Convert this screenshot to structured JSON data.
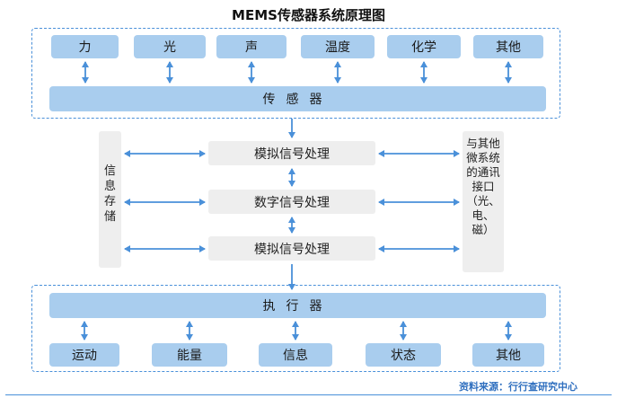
{
  "title": "MEMS传感器系统原理图",
  "inputs": [
    "力",
    "光",
    "声",
    "温度",
    "化学",
    "其他"
  ],
  "sensor_label": "传感器",
  "processing": [
    "模拟信号处理",
    "数字信号处理",
    "模拟信号处理"
  ],
  "storage_label": "信息存储",
  "interface_label": "与其他微系统的通讯接口（光、电、磁）",
  "actuator_label": "执行器",
  "outputs": [
    "运动",
    "能量",
    "信息",
    "状态",
    "其他"
  ],
  "source": "资料来源：行行查研究中心",
  "colors": {
    "box_blue": "#a9cdee",
    "arrow_blue": "#4a90d9",
    "panel_gray": "#eeeeee",
    "source_blue": "#2f6fbf"
  }
}
